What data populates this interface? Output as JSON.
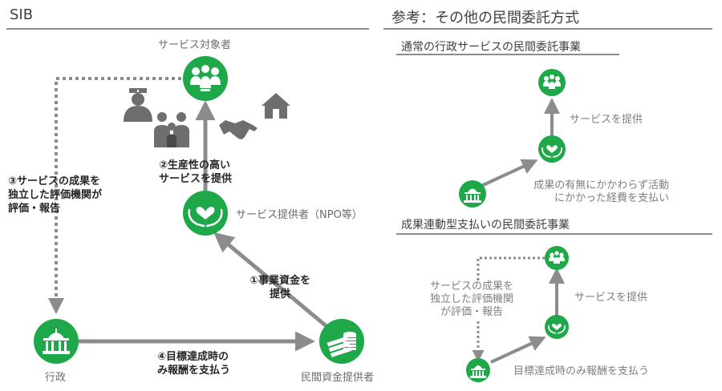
{
  "sib": {
    "title": "SIB",
    "target_label": "サービス対象者",
    "provider_label": "サービス提供者（NPO等）",
    "government_label": "行政",
    "investor_label": "民間資金提供者",
    "step1": "①事業資金を\n提供",
    "step2": "②生産性の高い\nサービスを提供",
    "step3": "③サービスの成果を\n独立した評価機関が\n評価・報告",
    "step4": "④目標達成時の\nみ報酬を支払う"
  },
  "reference": {
    "title": "参考：その他の民間委託方式",
    "normal": {
      "subtitle": "通常の行政サービスの民間委託事業",
      "provide_label": "サービスを提供",
      "pay_label": "成果の有無にかかわらず活動\nにかかった経費を支払い"
    },
    "outcome": {
      "subtitle": "成果連動型支払いの民間委託事業",
      "provide_label": "サービスを提供",
      "evaluate_label": "サービスの成果を\n独立した評価機関\nが評価・報告",
      "pay_label": "目標達成時のみ報酬を支払う"
    }
  },
  "colors": {
    "green": "#1ea84a",
    "arrow_gray": "#8c8c8c",
    "icon_gray": "#6e6e6e",
    "rule_gray": "#8c8c8c"
  },
  "icons": [
    "people-icon",
    "nurse-icon",
    "family-icon",
    "handshake-icon",
    "house-icon",
    "heart-hands-icon",
    "government-icon",
    "money-icon"
  ]
}
